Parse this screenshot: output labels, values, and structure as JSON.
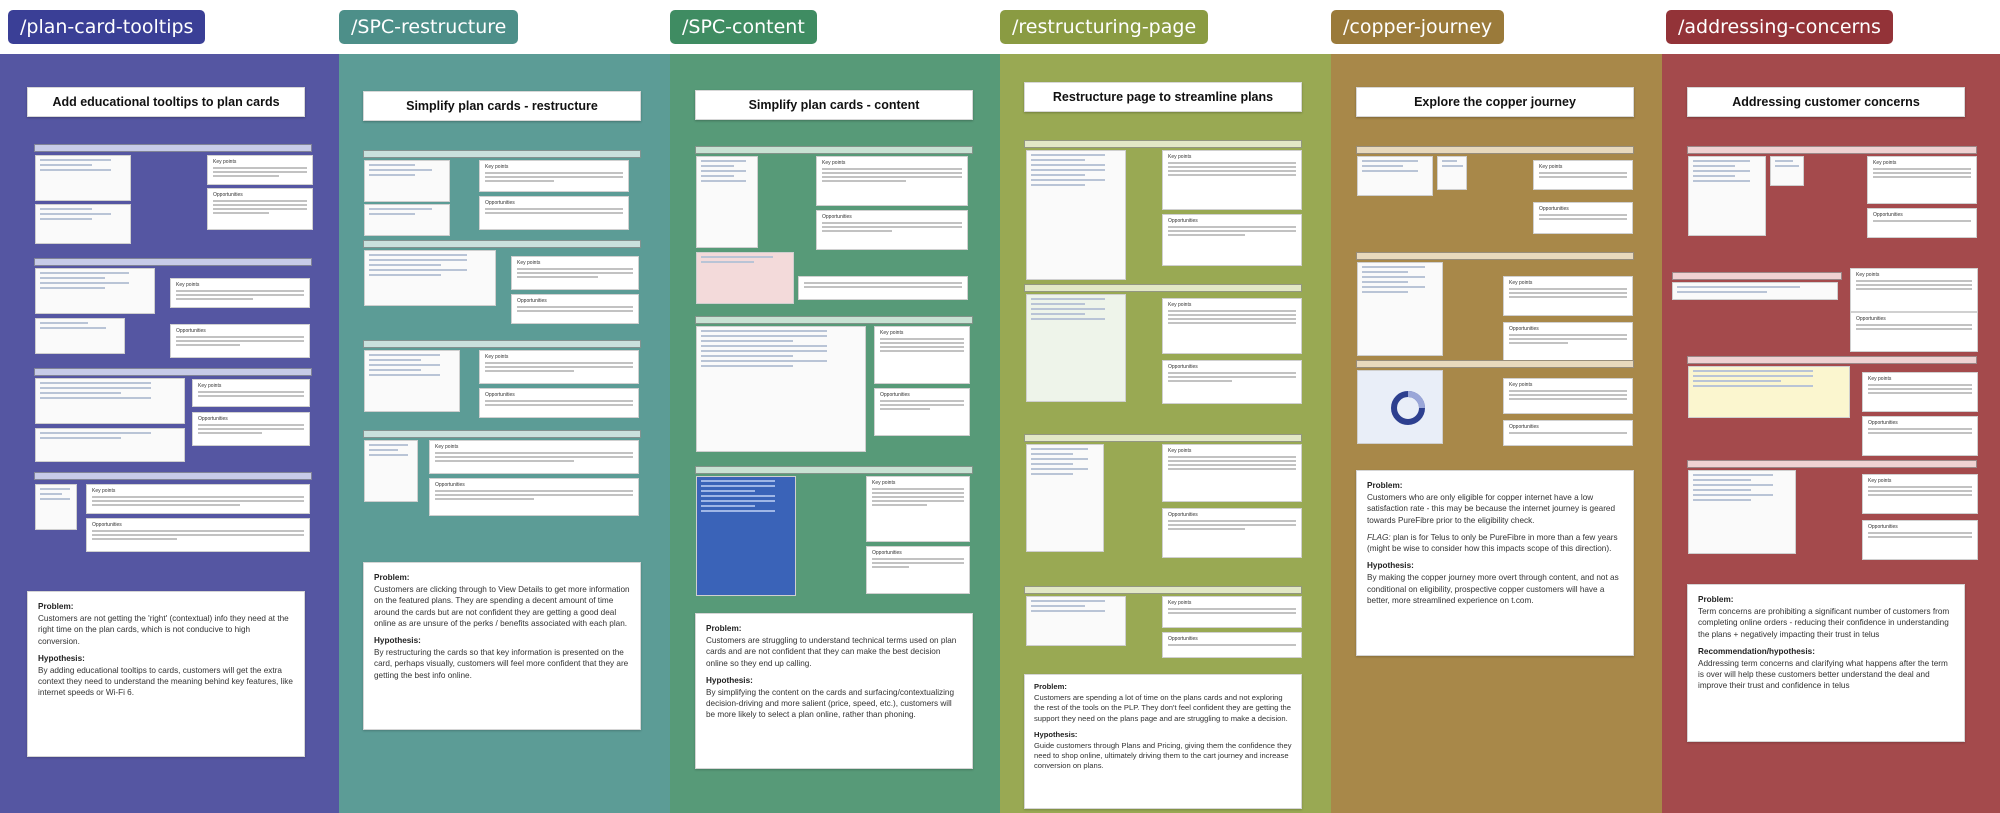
{
  "colors": {
    "plan_card_tooltips": "#5556a2",
    "spc_restructure": "#5c9c96",
    "spc_content": "#579a78",
    "restructuring_page": "#99a953",
    "copper_journey": "#a88849",
    "addressing_concerns": "#a44a4c"
  },
  "columns": [
    {
      "tag": "/plan-card-tooltips",
      "title": "Add educational tooltips to plan cards",
      "problem_label": "Problem:",
      "problem_text": "Customers are not getting the 'right' (contextual) info they need at the right time on the plan cards, which is not conducive to high conversion.",
      "hypothesis_label": "Hypothesis:",
      "hypothesis_text": "By adding educational tooltips to cards, customers will get the extra context they need to understand the meaning behind key features, like internet speeds or Wi-Fi 6."
    },
    {
      "tag": "/SPC-restructure",
      "title": "Simplify plan cards - restructure",
      "problem_label": "Problem:",
      "problem_text": "Customers are clicking through to View Details to get more information on the featured plans. They are spending a decent amount of time around the cards but are not confident they are getting a good deal online as are unsure of the perks / benefits associated with each plan.",
      "hypothesis_label": "Hypothesis:",
      "hypothesis_text": "By restructuring the cards so that key information is presented on the card, perhaps visually, customers will feel more confident that they are getting the best info online."
    },
    {
      "tag": "/SPC-content",
      "title": "Simplify plan cards - content",
      "problem_label": "Problem:",
      "problem_text": "Customers are struggling to understand technical terms used on plan cards and are not confident that they can make the best decision online so they end up calling.",
      "hypothesis_label": "Hypothesis:",
      "hypothesis_text": "By simplifying the content on the cards and surfacing/contextualizing decision-driving and more salient (price, speed, etc.), customers will be more likely to select a plan online, rather than phoning."
    },
    {
      "tag": "/restructuring-page",
      "title": "Restructure page to streamline plans",
      "problem_label": "Problem:",
      "problem_text": "Customers are spending a lot of time on the plans cards and not exploring the rest of the tools on the PLP. They don't feel confident they are getting the support they need on the plans page and are struggling to make a decision.",
      "hypothesis_label": "Hypothesis:",
      "hypothesis_text": "Guide customers through Plans and Pricing, giving them the confidence they need to shop online, ultimately driving them to the cart journey and increase conversion on plans."
    },
    {
      "tag": "/copper-journey",
      "title": "Explore the copper journey",
      "problem_label": "Problem:",
      "problem_text": "Customers who are only eligible for copper internet have a low satisfaction rate - this may be because the internet journey is geared towards PureFibre prior to the eligibility check.",
      "flag_label": "FLAG:",
      "flag_text": "plan is for Telus to only be PureFibre in more than a few years (might be wise to consider how this impacts scope of this direction).",
      "hypothesis_label": "Hypothesis:",
      "hypothesis_text": "By making the copper journey more overt through content, and not as conditional on eligibility, prospective copper customers will have a better, more streamlined experience on t.com."
    },
    {
      "tag": "/addressing-concerns",
      "title": "Addressing customer concerns",
      "problem_label": "Problem:",
      "problem_text": "Term concerns are prohibiting a significant number of customers from completing online orders - reducing their confidence in understanding the plans + negatively impacting their trust in telus",
      "hypothesis_label": "Recommendation/hypothesis:",
      "hypothesis_text": "Addressing term concerns and clarifying what happens after the term is over will help these customers better understand the deal and improve their trust and confidence in telus"
    }
  ]
}
